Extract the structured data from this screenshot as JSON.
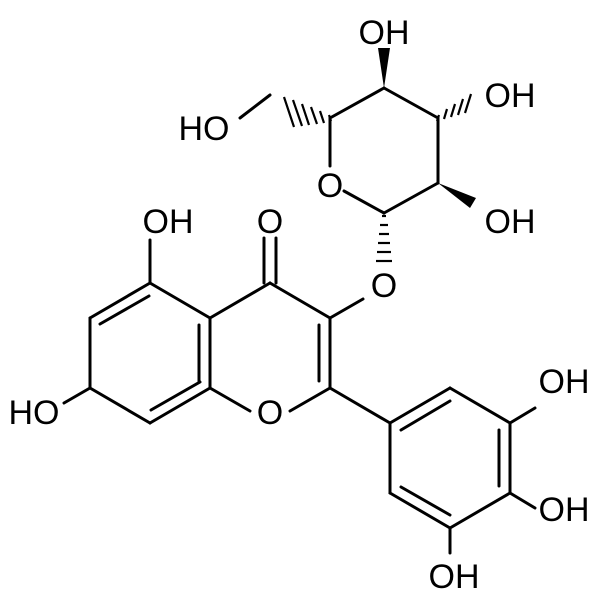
{
  "labels": {
    "oh_c4_sugar": "OH",
    "oh_c3_sugar": "OH",
    "ho_c6_sugar": "HO",
    "oh_c2_sugar": "OH",
    "ring_o_sugar": "O",
    "oh_c5": "OH",
    "ketone_o": "O",
    "glycosidic_o": "O",
    "ring_o_chromone": "O",
    "ho_c7": "HO",
    "oh_c3p": "OH",
    "oh_c4p": "OH",
    "oh_c5p": "OH"
  },
  "colors": {
    "ink": "#000000",
    "background": "#ffffff"
  }
}
